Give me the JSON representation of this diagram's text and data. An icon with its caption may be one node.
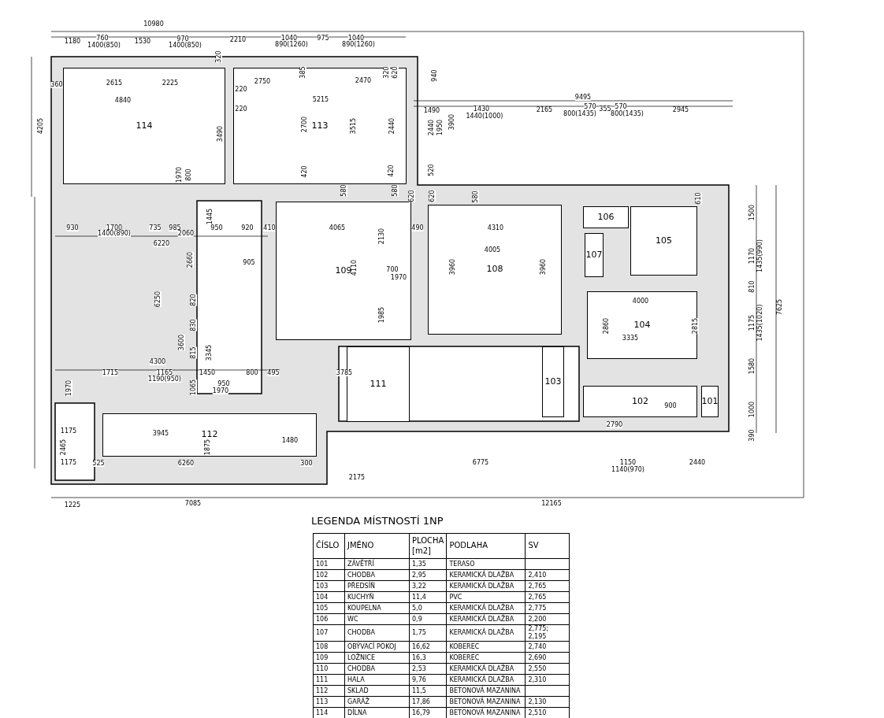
{
  "diagram": {
    "title": "LEGENDA MÍSTNOSTÍ 1NP",
    "nodes": [
      {
        "text": [
          "114"
        ]
      },
      {
        "text": [
          "113"
        ]
      },
      {
        "text": [
          "109"
        ]
      },
      {
        "text": [
          "108"
        ]
      },
      {
        "text": [
          "106"
        ]
      },
      {
        "text": [
          "105"
        ]
      },
      {
        "text": [
          "107"
        ]
      },
      {
        "text": [
          "104"
        ]
      },
      {
        "text": [
          "103"
        ]
      },
      {
        "text": [
          "111"
        ]
      },
      {
        "text": [
          "102"
        ]
      },
      {
        "text": [
          "101"
        ]
      },
      {
        "text": [
          "112"
        ]
      }
    ],
    "edges": [],
    "labels": [
      "10980",
      "1180",
      "760",
      "1400(850)",
      "1530",
      "970",
      "1400(850)",
      "2210",
      "1040",
      "890(1260)",
      "975",
      "1040",
      "890(1260)",
      "320",
      "360",
      "2615",
      "2225",
      "4840",
      "2750",
      "2470",
      "5215",
      "220",
      "220",
      "385",
      "2700",
      "3515",
      "2440",
      "320",
      "620",
      "940",
      "4205",
      "3490",
      "1970",
      "800",
      "420",
      "420",
      "9495",
      "1490",
      "1430",
      "1440(1000)",
      "2165",
      "570",
      "800(1435)",
      "355",
      "570",
      "800(1435)",
      "2945",
      "2440",
      "1950",
      "3900",
      "520",
      "580",
      "580",
      "620",
      "620",
      "580",
      "610",
      "1500",
      "930",
      "1700",
      "1400(890)",
      "735",
      "985",
      "2060",
      "1445",
      "950",
      "920",
      "410",
      "4065",
      "490",
      "4310",
      "6220",
      "2660",
      "1170",
      "1435(990)",
      "7625",
      "905",
      "4110",
      "4005",
      "2130",
      "3960",
      "3960",
      "6250",
      "700",
      "1970",
      "820",
      "810",
      "4000",
      "830",
      "3600",
      "1985",
      "1175",
      "1435(1020)",
      "2860",
      "2815",
      "815",
      "3345",
      "3335",
      "4300",
      "3785",
      "1580",
      "1715",
      "1165",
      "1190(950)",
      "1450",
      "800",
      "495",
      "950",
      "1970",
      "1970",
      "1065",
      "1000",
      "900",
      "2790",
      "1175",
      "3945",
      "390",
      "2465",
      "1875",
      "1480",
      "1175",
      "525",
      "6260",
      "300",
      "6775",
      "1150",
      "2440",
      "1140(970)",
      "2175",
      "1225",
      "7085",
      "12165",
      "ČÍSLO",
      "JMÉNO",
      "PLOCHA [m2]",
      "PODLAHA",
      "SV",
      "101",
      "ZÁVĚTŘÍ",
      "1,35",
      "TERASO",
      "102",
      "CHODBA",
      "2,95",
      "KERAMICKÁ DLAŽBA",
      "2,410",
      "103",
      "PŘEDSÍŇ",
      "3,22",
      "KERAMICKÁ DLAŽBA",
      "2,765",
      "104",
      "KUCHYŇ",
      "11,4",
      "PVC",
      "2,765",
      "105",
      "KOUPELNA",
      "5,0",
      "KERAMICKÁ DLAŽBA",
      "2,775",
      "106",
      "WC",
      "0,9",
      "KERAMICKÁ DLAŽBA",
      "2,200",
      "107",
      "CHODBA",
      "1,75",
      "KERAMICKÁ DLAŽBA",
      "2,775; 2,195",
      "108",
      "OBÝVACÍ POKOJ",
      "16,62",
      "KOBEREC",
      "2,740",
      "109",
      "LOŽNICE",
      "16,3",
      "KOBEREC",
      "2,690",
      "110",
      "CHODBA",
      "2,53",
      "KERAMICKÁ DLAŽBA",
      "2,550",
      "111",
      "HALA",
      "9,76",
      "KERAMICKÁ DLAŽBA",
      "2,310",
      "112",
      "SKLAD",
      "11,5",
      "BETONOVÁ MAZANINA",
      "113",
      "GARÁŽ",
      "17,86",
      "BETONOVÁ MAZANINA",
      "2,130",
      "114",
      "DÍLNA",
      "16,79",
      "BETONOVÁ MAZANINA",
      "2,510"
    ]
  }
}
